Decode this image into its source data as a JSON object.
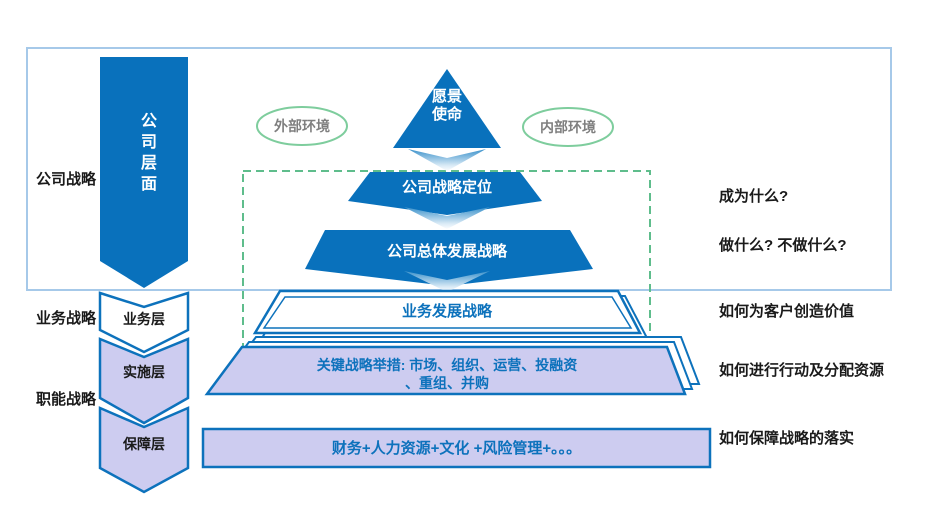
{
  "palette": {
    "primary_blue": "#0971bc",
    "shape_border_blue": "#0d72bc",
    "light_purple": "#cdccf0",
    "ellipse_green": "#7ecd9d",
    "dashed_green": "#5fbd8c",
    "outer_box_border": "#a6c9e9",
    "blue_text": "#0d72bc",
    "gray_text": "#7f7f7f",
    "black_text": "#1a1a1a"
  },
  "left_labels": {
    "corporate": "公司战略",
    "business": "业务战略",
    "functional": "职能战略"
  },
  "banner": {
    "label": "公司层面"
  },
  "layers": {
    "business": "业务层",
    "implementation": "实施层",
    "support": "保障层"
  },
  "environment": {
    "external": "外部环境",
    "internal": "内部环境"
  },
  "pyramid": {
    "vision": "愿景\n使命",
    "positioning": "公司战略定位",
    "overall": "公司总体发展战略",
    "business_dev": "业务发展战略",
    "key_initiatives": "关键战略举措: 市场、组织、运营、投融资\n、重组、并购",
    "support_functions": "财务+人力资源+文化 +风险管理+。。。"
  },
  "annotations": {
    "become": "成为什么?",
    "do": "做什么? 不做什么?",
    "value": "如何为客户创造价值",
    "action": "如何进行行动及分配资源",
    "safeguard": "如何保障战略的落实"
  }
}
